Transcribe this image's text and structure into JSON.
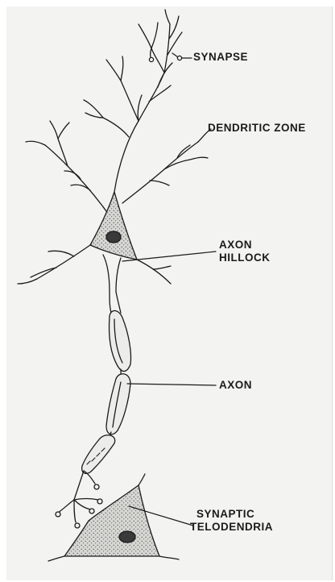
{
  "diagram": {
    "labels": {
      "synapse": "SYNAPSE",
      "dendritic_zone": "DENDRITIC ZONE",
      "axon_hillock_line1": "AXON",
      "axon_hillock_line2": "HILLOCK",
      "axon": "AXON",
      "synaptic_line1": "SYNAPTIC",
      "synaptic_line2": "TELODENDRIA"
    },
    "colors": {
      "ink": "#1b1b1b",
      "paper": "#f3f3f1",
      "cell_fill": "#d9d9d6"
    }
  }
}
